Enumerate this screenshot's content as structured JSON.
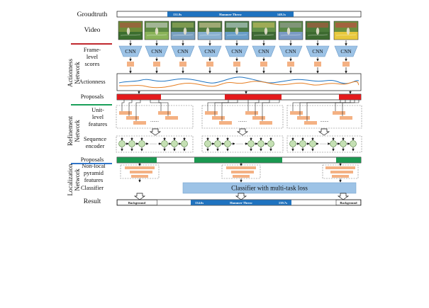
{
  "rows": {
    "groundtruth": "Groudtruth",
    "video": "Video",
    "frame_scores": [
      "Frame-",
      "level",
      "scores"
    ],
    "actionness": "Actionness",
    "proposals": "Proposals",
    "unit_features": [
      "Unit-",
      "level",
      "features"
    ],
    "sequence_encoder": [
      "Sequence",
      "encoder"
    ],
    "proposals2": "Proposals",
    "nonlocal_features": [
      "Non-local",
      "pyramid",
      "features"
    ],
    "classifier": "Classifier",
    "result": "Result"
  },
  "sections": {
    "actionness_network": [
      "Actionness",
      "Network"
    ],
    "refinement_network": [
      "Refinement",
      "Network"
    ],
    "localization_network": [
      "Localization",
      "Network"
    ]
  },
  "groundtruth_bar": {
    "start": "131.9s",
    "label": "Hammer Throw",
    "end": "148.1s"
  },
  "cnn_label": "CNN",
  "ellipsis": "........",
  "classifier_label": "Classifier with multi-task loss",
  "result_bar": {
    "left": "Background",
    "start": "134.6s",
    "label": "Hammer Throw",
    "end": "139.7s",
    "right": "Background"
  },
  "colors": {
    "blue": "#1f73c0",
    "red": "#e41a1c",
    "green": "#1a9850",
    "orange_box": "#f4b183",
    "light_blue": "#9dc3e6",
    "node_green": "#c5e0b4",
    "section_red": "#c0282e",
    "section_green": "#1aa05a",
    "section_blue": "#2e74c8"
  },
  "icons": [
    "video-frame-icon",
    "cnn-trapezoid-icon",
    "down-arrow-icon",
    "fat-down-arrow-icon"
  ]
}
